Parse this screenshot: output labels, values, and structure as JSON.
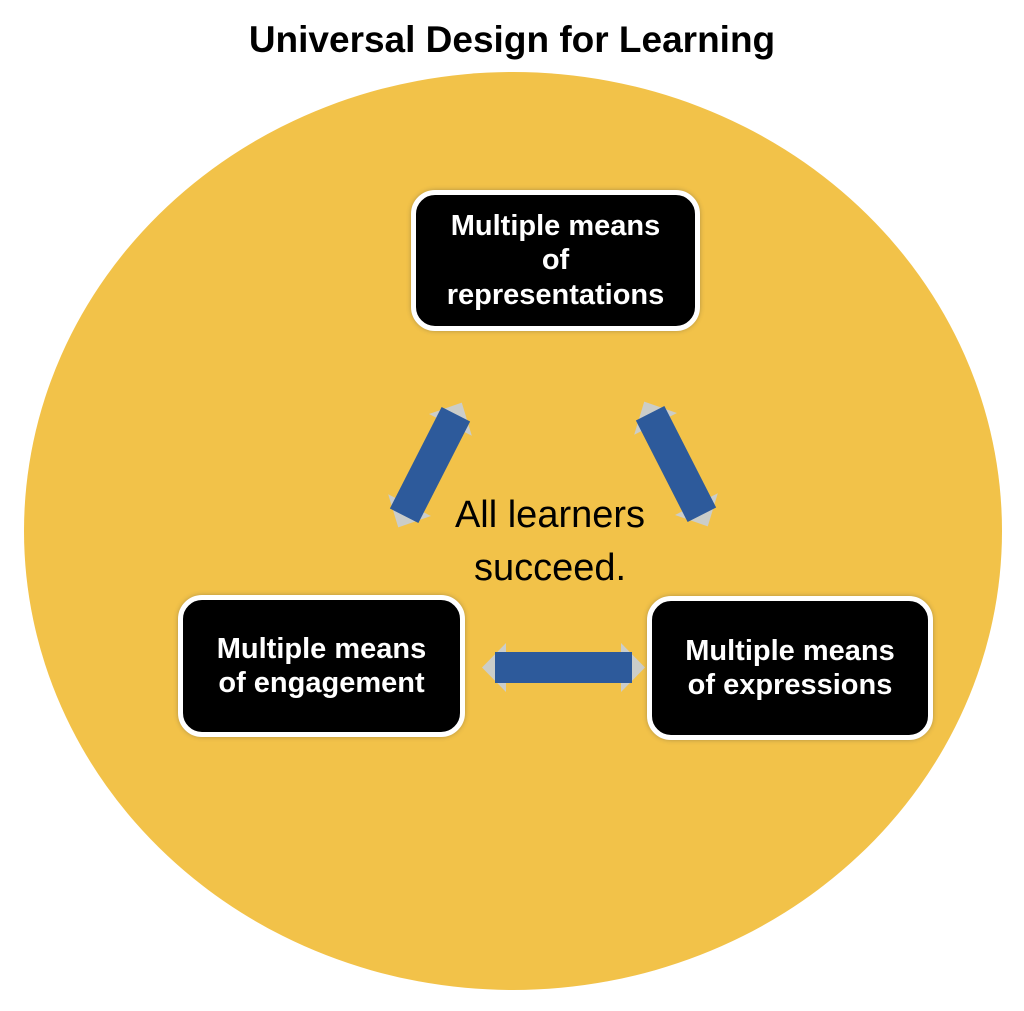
{
  "title": "Universal Design for Learning",
  "center_caption": {
    "line1": "All learners",
    "line2": "succeed."
  },
  "nodes": {
    "representations": {
      "label": "Multiple means of representations",
      "line1": "Multiple means",
      "line2": "of",
      "line3": "representations"
    },
    "engagement": {
      "label": "Multiple means of engagement",
      "line1": "Multiple means",
      "line2": "of engagement"
    },
    "expressions": {
      "label": "Multiple means of expressions",
      "line1": "Multiple means",
      "line2": "of expressions"
    }
  },
  "icons": {
    "arrow_top_left": "double-arrow-icon",
    "arrow_top_right": "double-arrow-icon",
    "arrow_bottom": "double-arrow-icon"
  },
  "colors": {
    "page_bg": "#FFFFFF",
    "circle_bg": "#F2C249",
    "node_bg": "#000000",
    "node_border": "#FFFFFF",
    "node_text": "#FFFFFF",
    "title_text": "#000000",
    "caption_text": "#000000",
    "arrow_shaft": "#2D5A9B",
    "arrow_head": "#CBCDC9"
  }
}
